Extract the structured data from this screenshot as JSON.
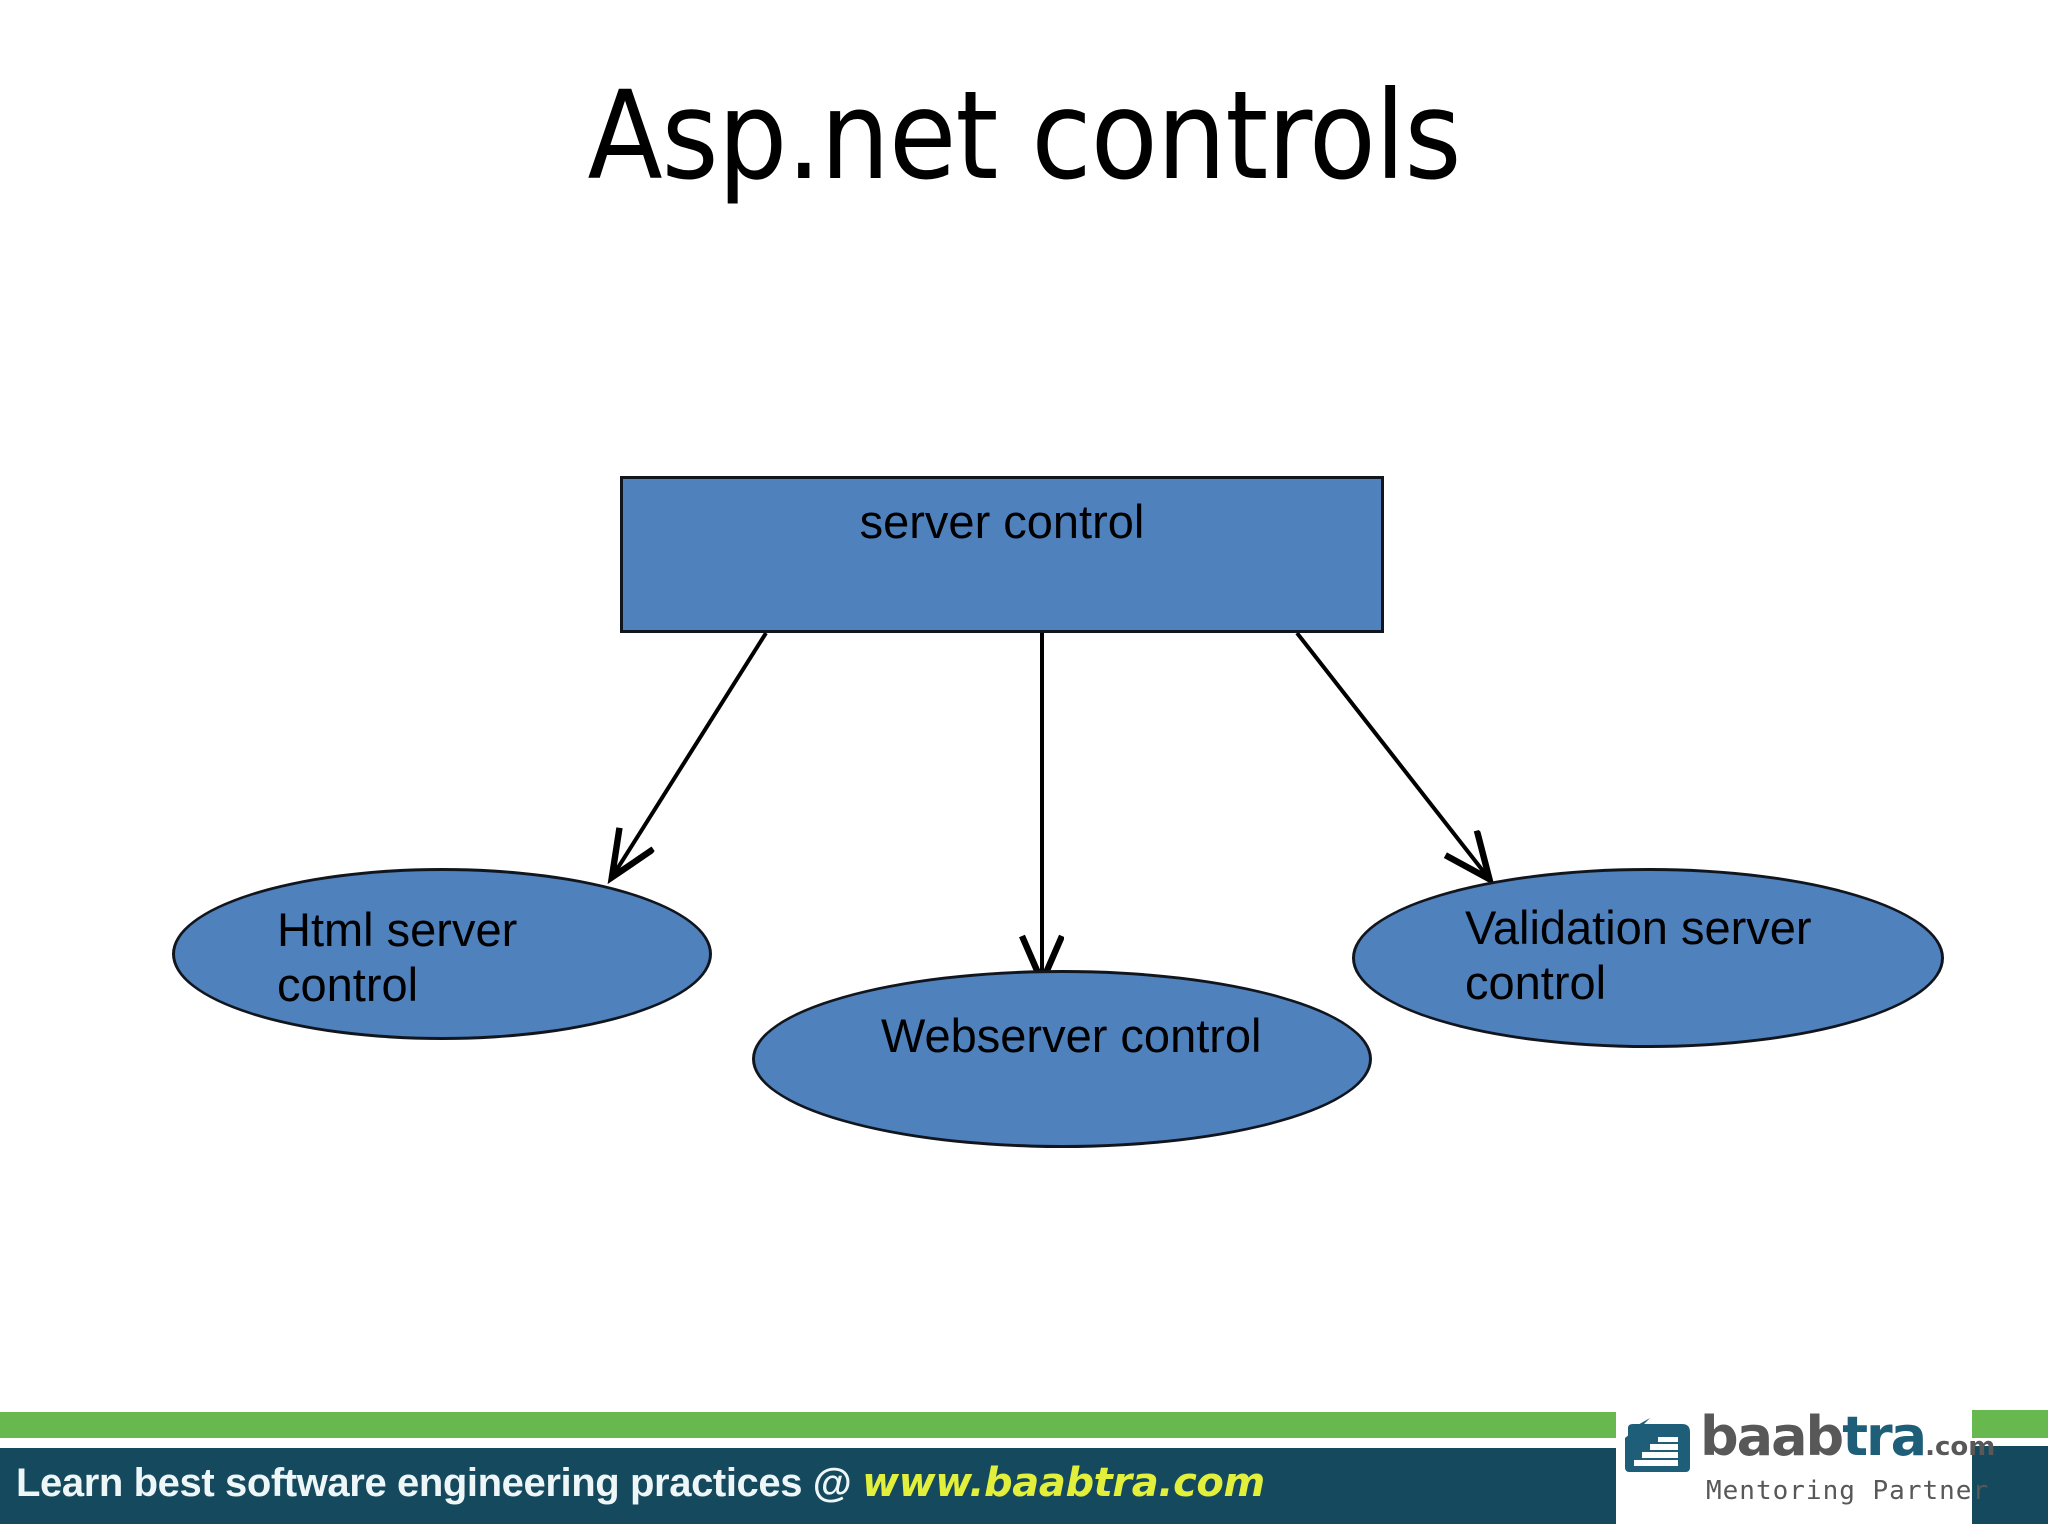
{
  "slide": {
    "title": "Asp.net controls",
    "background_color": "#ffffff"
  },
  "diagram": {
    "type": "hierarchy",
    "shape_fill_color": "#4F81BD",
    "shape_border_color": "#11161e",
    "connector_color": "#000000",
    "root": {
      "id": "server-control",
      "shape": "rectangle",
      "label": "server control"
    },
    "children": [
      {
        "id": "html-server-control",
        "shape": "ellipse",
        "label": "Html server control"
      },
      {
        "id": "webserver-control",
        "shape": "ellipse",
        "label": "Webserver control"
      },
      {
        "id": "validation-server-control",
        "shape": "ellipse",
        "label": "Validation server control"
      }
    ],
    "connectors": [
      {
        "from": "server-control",
        "to": "html-server-control",
        "style": "arrow"
      },
      {
        "from": "server-control",
        "to": "webserver-control",
        "style": "arrow"
      },
      {
        "from": "server-control",
        "to": "validation-server-control",
        "style": "arrow"
      }
    ]
  },
  "footer": {
    "tagline_prefix": "Learn best software engineering practices @ ",
    "tagline_site": "www.baabtra.com",
    "green_bar_color": "#66B84F",
    "dark_bar_color": "#154A5E",
    "site_color": "#E3F03B"
  },
  "logo": {
    "word_part1": "baab",
    "word_part2": "tra",
    "word_dotcom": ".com",
    "tagline": "Mentoring Partner",
    "gray_color": "#585858",
    "teal_color": "#1F5E78"
  }
}
